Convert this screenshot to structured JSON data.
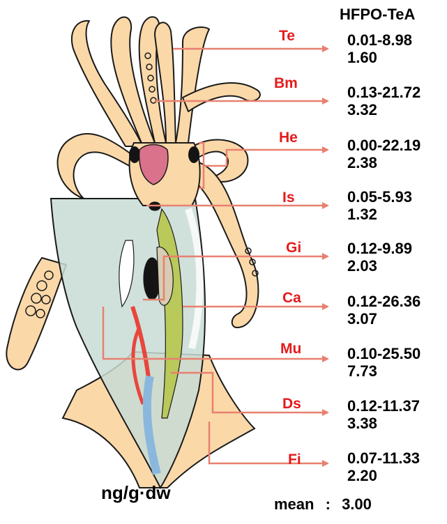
{
  "header": {
    "compound": "HFPO-TeA"
  },
  "tissues": [
    {
      "code": "Te",
      "range": "0.01-8.98",
      "mean": "1.60"
    },
    {
      "code": "Bm",
      "range": "0.13-21.72",
      "mean": "3.32"
    },
    {
      "code": "He",
      "range": "0.00-22.19",
      "mean": "2.38"
    },
    {
      "code": "Is",
      "range": "0.05-5.93",
      "mean": "1.32"
    },
    {
      "code": "Gi",
      "range": "0.12-9.89",
      "mean": "2.03"
    },
    {
      "code": "Ca",
      "range": "0.12-26.36",
      "mean": "3.07"
    },
    {
      "code": "Mu",
      "range": "0.10-25.50",
      "mean": "7.73"
    },
    {
      "code": "Ds",
      "range": "0.12-11.37",
      "mean": "3.38"
    },
    {
      "code": "Fi",
      "range": "0.07-11.33",
      "mean": "2.20"
    }
  ],
  "unit": "ng/g·dw",
  "overall": {
    "label": "mean",
    "separator": ":",
    "value": "3.00"
  },
  "colors": {
    "arrow": "#e8806f",
    "tissue_label": "#e31b1b",
    "skin": "#fbd8a8",
    "outline": "#1a1a1a",
    "mantle": "#c8dcd6",
    "gland": "#d9728a",
    "gill": "#b9c95a",
    "vessel": "#e8463c",
    "digestive": "#8ab8dd",
    "ink": "#141414"
  }
}
